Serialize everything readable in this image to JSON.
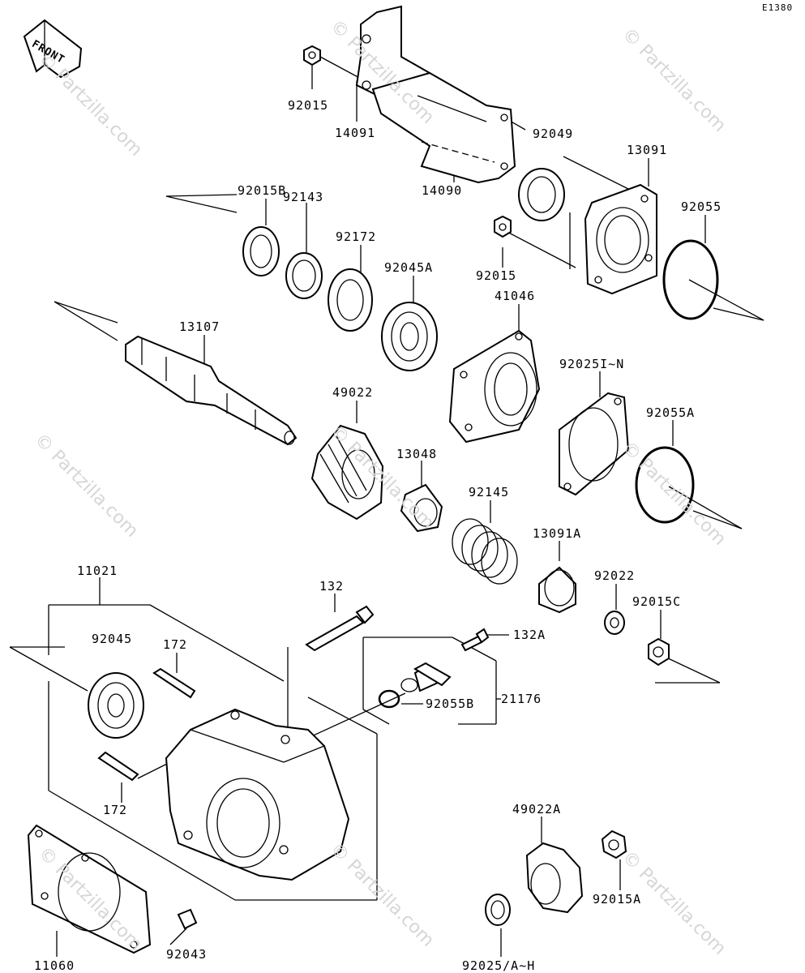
{
  "diagram_code": "E1380",
  "front_label": "FRONT",
  "watermark": "© Partzilla.com",
  "parts": {
    "p92015_top": "92015",
    "p14091": "14091",
    "p92049": "92049",
    "p13091": "13091",
    "p14090": "14090",
    "p92015b": "92015B",
    "p92143": "92143",
    "p92172": "92172",
    "p92045a": "92045A",
    "p92015_mid": "92015",
    "p92055": "92055",
    "p41046": "41046",
    "p13107": "13107",
    "p49022": "49022",
    "p92025in": "92025I~N",
    "p92055a": "92055A",
    "p13048": "13048",
    "p92145": "92145",
    "p13091a": "13091A",
    "p11021": "11021",
    "p132": "132",
    "p92022": "92022",
    "p92015c": "92015C",
    "p92045": "92045",
    "p172_top": "172",
    "p132a": "132A",
    "p92055b": "92055B",
    "p21176": "21176",
    "p172_bot": "172",
    "p49022a": "49022A",
    "p92015a": "92015A",
    "p11060": "11060",
    "p92043": "92043",
    "p92025ah": "92025/A~H"
  }
}
